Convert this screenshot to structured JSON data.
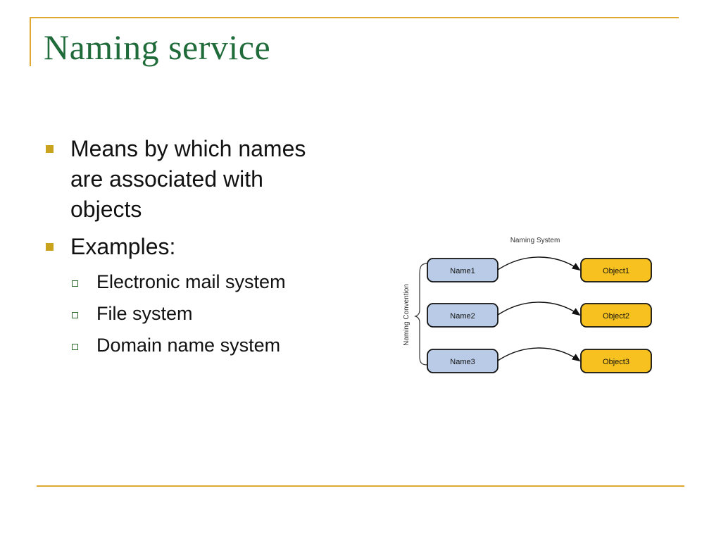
{
  "slide": {
    "title": "Naming service",
    "bullets": [
      {
        "text_lines": [
          "Means by which names",
          "are associated with",
          "objects"
        ]
      },
      {
        "text": "Examples:"
      }
    ],
    "sub_bullets": [
      "Electronic mail system",
      "File system",
      "Domain name system"
    ]
  },
  "diagram": {
    "title": "Naming System",
    "side_label": "Naming Convention",
    "names": [
      "Name1",
      "Name2",
      "Name3"
    ],
    "objects": [
      "Object1",
      "Object2",
      "Object3"
    ]
  },
  "colors": {
    "accent_line": "#e0a82e",
    "title_text": "#1f6b3a",
    "bullet_marker": "#c9a21e",
    "name_box_fill": "#b9cbe6",
    "object_box_fill": "#f7c21f"
  }
}
